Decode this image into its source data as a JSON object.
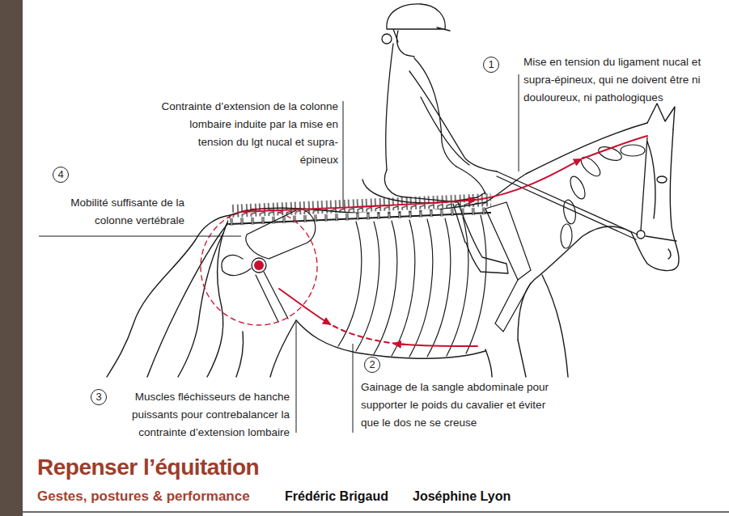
{
  "diagram": {
    "title": "Repenser l’équitation",
    "nodes": [
      {
        "text": [
          "1"
        ]
      },
      {
        "text": [
          "4"
        ]
      },
      {
        "text": [
          "2"
        ]
      },
      {
        "text": [
          "3"
        ]
      }
    ],
    "labels": [
      "Mise en tension du ligament nucal et supra-épineux, qui ne doivent être ni douloureux, ni pathologiques",
      "Contrainte d’extension de la colonne lombaire induite par la mise en tension du lgt nucal et supra-épineux",
      "Mobilité suffisante de la colonne vertébrale",
      "Gainage de la sangle abdominale pour supporter le poids du cavalier et éviter que le dos ne se creuse",
      "Muscles fléchisseurs de hanche puissants pour contrebalancer la contrainte d’extension lombaire",
      "Gestes, postures & performance",
      "Frédéric Brigaud",
      "Joséphine Lyon"
    ]
  }
}
